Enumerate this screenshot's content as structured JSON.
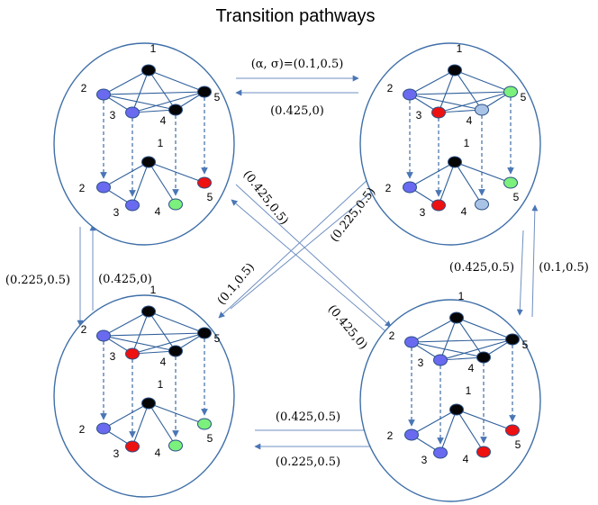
{
  "title": "Transition pathways",
  "colors": {
    "blue": "#6a6af0",
    "black": "#050505",
    "red": "#ee1111",
    "green": "#7cf07c",
    "lightblue": "#a9c3e6",
    "edge": "#2f5f9a",
    "circle": "#3f6fa8"
  },
  "node_ids": [
    "1",
    "2",
    "3",
    "4",
    "5"
  ],
  "panels": [
    {
      "id": "top-left",
      "top_layer": [
        "black",
        "blue",
        "blue",
        "black",
        "black"
      ],
      "bottom_layer": [
        "black",
        "blue",
        "blue",
        "green",
        "red"
      ]
    },
    {
      "id": "top-right",
      "top_layer": [
        "black",
        "blue",
        "red",
        "lightblue",
        "green"
      ],
      "bottom_layer": [
        "black",
        "blue",
        "red",
        "lightblue",
        "green"
      ]
    },
    {
      "id": "bottom-left",
      "top_layer": [
        "black",
        "blue",
        "red",
        "black",
        "black"
      ],
      "bottom_layer": [
        "black",
        "blue",
        "red",
        "green",
        "green"
      ]
    },
    {
      "id": "bottom-right",
      "top_layer": [
        "black",
        "blue",
        "blue",
        "black",
        "black"
      ],
      "bottom_layer": [
        "black",
        "blue",
        "blue",
        "red",
        "red"
      ]
    }
  ],
  "transitions": [
    {
      "id": "tl-to-tr",
      "label": "(α, σ)=(0.1,0.5)"
    },
    {
      "id": "tr-to-tl",
      "label": "(0.425,0)"
    },
    {
      "id": "tr-to-br",
      "label": "(0.425,0.5)"
    },
    {
      "id": "br-to-tr",
      "label": "(0.1,0.5)"
    },
    {
      "id": "tl-to-bl",
      "label": "(0.225,0.5)"
    },
    {
      "id": "bl-to-tl",
      "label": "(0.425,0)"
    },
    {
      "id": "bl-to-br",
      "label": "(0.425,0.5)"
    },
    {
      "id": "br-to-bl",
      "label": "(0.225,0.5)"
    },
    {
      "id": "br-to-tl",
      "label": "(0.425,0.5)"
    },
    {
      "id": "tl-to-br",
      "label": "(0.425,0)"
    },
    {
      "id": "tr-to-bl",
      "label": "(0.225,0.5)"
    },
    {
      "id": "bl-to-tr",
      "label": "(0.1,0.5)"
    }
  ]
}
